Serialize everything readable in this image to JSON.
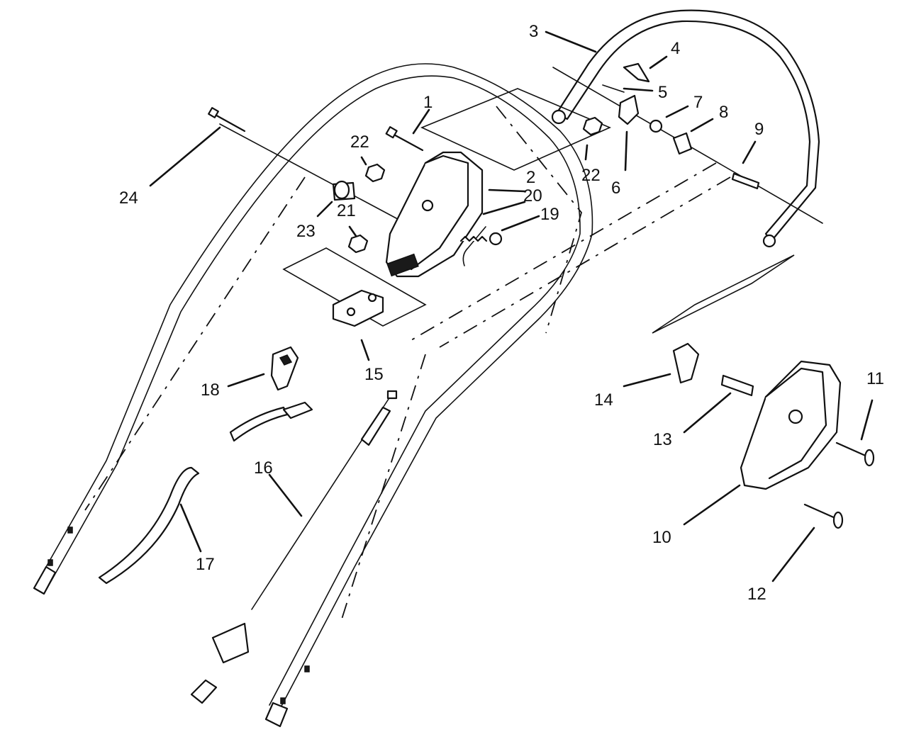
{
  "diagram": {
    "callouts": [
      {
        "id": "1",
        "label": "1"
      },
      {
        "id": "2",
        "label": "2"
      },
      {
        "id": "3",
        "label": "3"
      },
      {
        "id": "4",
        "label": "4"
      },
      {
        "id": "5",
        "label": "5"
      },
      {
        "id": "6",
        "label": "6"
      },
      {
        "id": "7",
        "label": "7"
      },
      {
        "id": "8",
        "label": "8"
      },
      {
        "id": "9",
        "label": "9"
      },
      {
        "id": "10",
        "label": "10"
      },
      {
        "id": "11",
        "label": "11"
      },
      {
        "id": "12",
        "label": "12"
      },
      {
        "id": "13",
        "label": "13"
      },
      {
        "id": "14",
        "label": "14"
      },
      {
        "id": "15",
        "label": "15"
      },
      {
        "id": "16",
        "label": "16"
      },
      {
        "id": "17",
        "label": "17"
      },
      {
        "id": "18",
        "label": "18"
      },
      {
        "id": "19",
        "label": "19"
      },
      {
        "id": "20",
        "label": "20"
      },
      {
        "id": "21",
        "label": "21"
      },
      {
        "id": "22a",
        "label": "22"
      },
      {
        "id": "22b",
        "label": "22"
      },
      {
        "id": "23",
        "label": "23"
      },
      {
        "id": "24",
        "label": "24"
      }
    ]
  }
}
